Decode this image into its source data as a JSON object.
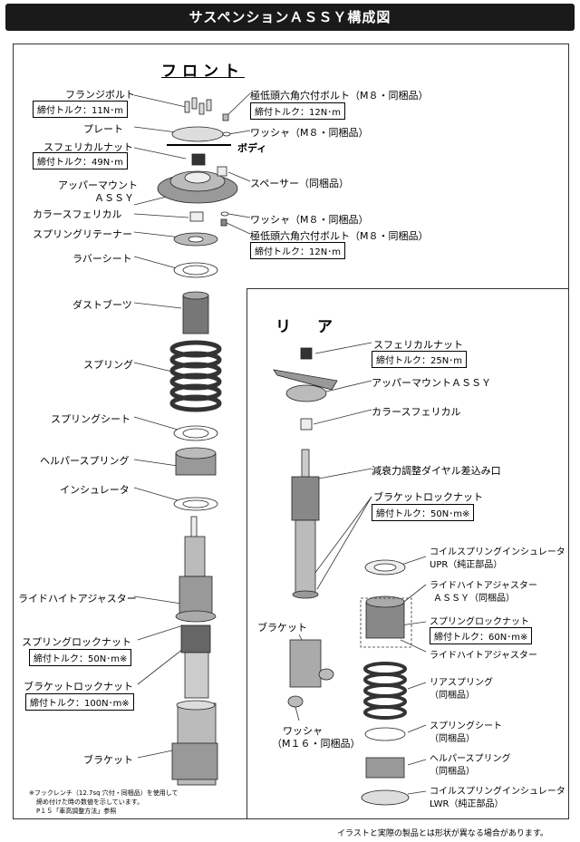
{
  "header": {
    "title": "サスペンションＡＳＳＹ構成図"
  },
  "front": {
    "section_title": "フロント",
    "flange_bolt": {
      "label": "フランジボルト",
      "torque": "締付トルク：11N･m"
    },
    "plate": {
      "label": "プレート"
    },
    "body": {
      "label": "ボディ"
    },
    "spherical_nut": {
      "label": "スフェリカルナット",
      "torque": "締付トルク：49N･m"
    },
    "upper_mount": {
      "label1": "アッパーマウント",
      "label2": "ＡＳＳＹ"
    },
    "collar_spherical": {
      "label": "カラースフェリカル"
    },
    "spring_retainer": {
      "label": "スプリングリテーナー"
    },
    "rubber_seat": {
      "label": "ラバーシート"
    },
    "dust_boot": {
      "label": "ダストブーツ"
    },
    "spring": {
      "label": "スプリング"
    },
    "spring_seat": {
      "label": "スプリングシート"
    },
    "helper_spring": {
      "label": "ヘルパースプリング"
    },
    "insulator": {
      "label": "インシュレータ"
    },
    "ride_height_adjuster": {
      "label": "ライドハイトアジャスター"
    },
    "spring_lock_nut": {
      "label": "スプリングロックナット",
      "torque": "締付トルク：50N･m※"
    },
    "bracket_lock_nut": {
      "label": "ブラケットロックナット",
      "torque": "締付トルク：100N･m※"
    },
    "bracket": {
      "label": "ブラケット"
    },
    "bolt_top": {
      "label": "極低頭六角穴付ボルト（M８・同梱品）",
      "torque": "締付トルク：12N･m"
    },
    "washer_top": {
      "label": "ワッシャ（M８・同梱品）"
    },
    "spacer": {
      "label": "スペーサー（同梱品）"
    },
    "washer_bottom": {
      "label": "ワッシャ（M８・同梱品）"
    },
    "bolt_bottom": {
      "label": "極低頭六角穴付ボルト（M８・同梱品）",
      "torque": "締付トルク：12N･m"
    },
    "note_lines": [
      "※フックレンチ（12.7sq 穴付・同梱品）を使用して",
      "締め付けた時の数値を示しています。",
      "P１５「車高調整方法」参照"
    ]
  },
  "rear": {
    "section_title": "リ　ア",
    "spherical_nut": {
      "label": "スフェリカルナット",
      "torque": "締付トルク：25N･m"
    },
    "upper_mount": {
      "label": "アッパーマウントＡＳＳＹ"
    },
    "collar_spherical": {
      "label": "カラースフェリカル"
    },
    "damping_dial": {
      "label": "減衰力調整ダイヤル差込み口"
    },
    "bracket_lock_nut": {
      "label": "ブラケットロックナット",
      "torque": "締付トルク：50N･m※"
    },
    "coil_insulator_upr": {
      "label1": "コイルスプリングインシュレータ",
      "label2": "UPR（純正部品）"
    },
    "ride_height_assy": {
      "label1": "ライドハイトアジャスター",
      "label2": "ＡＳＳＹ（同梱品）"
    },
    "spring_lock_nut": {
      "label": "スプリングロックナット",
      "torque": "締付トルク：60N･m※"
    },
    "ride_height_adjuster": {
      "label": "ライドハイトアジャスター"
    },
    "bracket": {
      "label": "ブラケット"
    },
    "rear_spring": {
      "label1": "リアスプリング",
      "label2": "（同梱品）"
    },
    "washer": {
      "label1": "ワッシャ",
      "label2": "（M１６・同梱品）"
    },
    "spring_seat": {
      "label1": "スプリングシート",
      "label2": "（同梱品）"
    },
    "helper_spring": {
      "label1": "ヘルパースプリング",
      "label2": "（同梱品）"
    },
    "coil_insulator_lwr": {
      "label1": "コイルスプリングインシュレータ",
      "label2": "LWR（純正部品）"
    }
  },
  "footer": {
    "text": "イラストと実際の製品とは形状が異なる場合があります。"
  }
}
